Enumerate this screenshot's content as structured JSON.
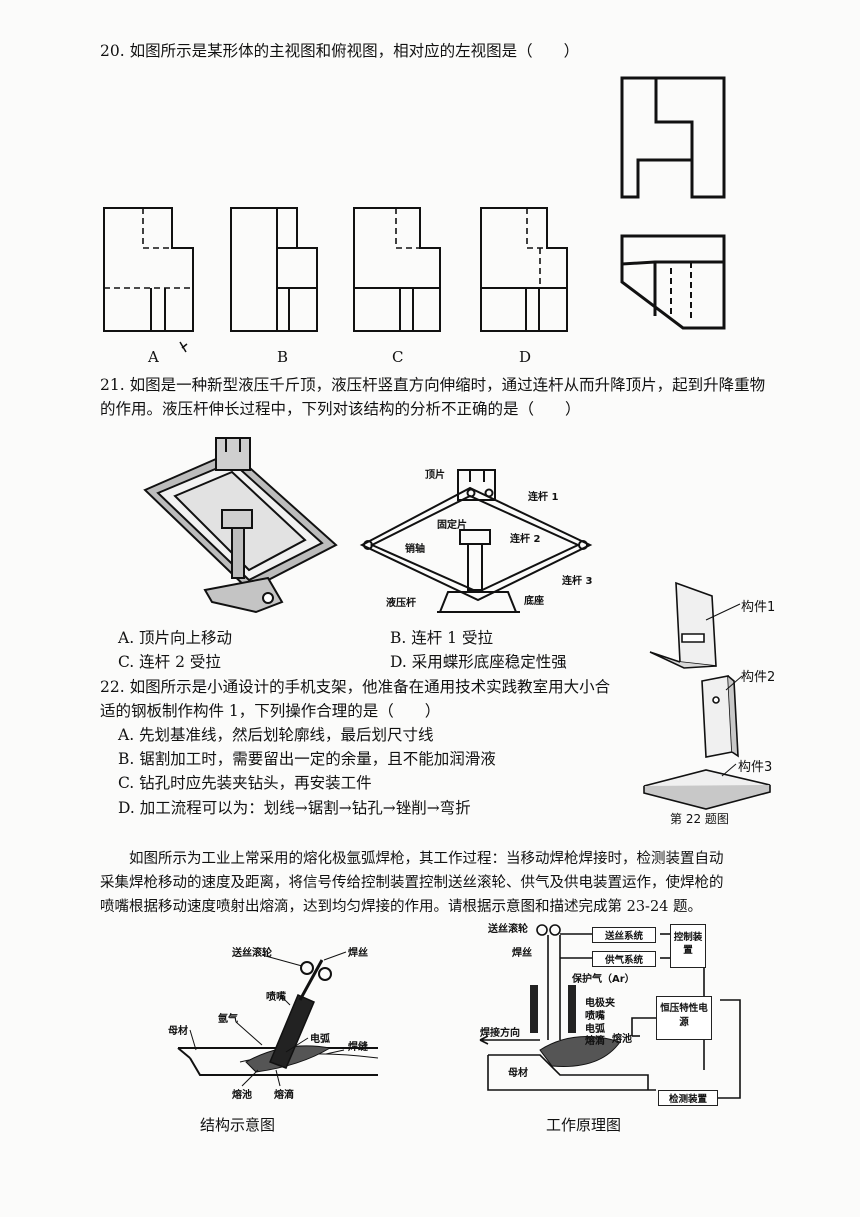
{
  "q20": {
    "stem": "20. 如图所示是某形体的主视图和俯视图，相对应的左视图是（　　）",
    "options": [
      "A",
      "B",
      "C",
      "D"
    ]
  },
  "q21": {
    "stem_line1": "21. 如图是一种新型液压千斤顶，液压杆竖直方向伸缩时，通过连杆从而升降顶片，起到升降重物",
    "stem_line2": "的作用。液压杆伸长过程中，下列对该结构的分析不正确的是（　　）",
    "labels": {
      "top_plate": "顶片",
      "link1": "连杆 1",
      "fixed_plate": "固定片",
      "link2": "连杆 2",
      "pin": "销轴",
      "link3": "连杆 3",
      "hydraulic_rod": "液压杆",
      "base": "底座"
    },
    "options": {
      "a": "A. 顶片向上移动",
      "b": "B. 连杆 1 受拉",
      "c": "C. 连杆 2 受拉",
      "d": "D. 采用蝶形底座稳定性强"
    }
  },
  "q22": {
    "stem_line1": "22. 如图所示是小通设计的手机支架，他准备在通用技术实践教室用大小合",
    "stem_line2": "适的钢板制作构件 1，下列操作合理的是（　　）",
    "options": {
      "a": "A. 先划基准线，然后划轮廓线，最后划尺寸线",
      "b": "B. 锯割加工时，需要留出一定的余量，且不能加润滑液",
      "c": "C. 钻孔时应先装夹钻头，再安装工件",
      "d": "D. 加工流程可以为：划线→锯割→钻孔→锉削→弯折"
    },
    "parts": {
      "p1": "构件1",
      "p2": "构件2",
      "p3": "构件3"
    },
    "caption": "第 22 题图"
  },
  "passage": {
    "line1": "　　如图所示为工业上常采用的熔化极氩弧焊枪，其工作过程：当移动焊枪焊接时，检测装置自动",
    "line2": "采集焊枪移动的速度及距离，将信号传给控制装置控制送丝滚轮、供气及供电装置运作，使焊枪的",
    "line3": "喷嘴根据移动速度喷射出熔滴，达到均匀焊接的作用。请根据示意图和描述完成第 23-24 题。"
  },
  "structure_fig": {
    "labels": {
      "feed_roller": "送丝滚轮",
      "wire": "焊丝",
      "nozzle": "喷嘴",
      "argon": "氩气",
      "arc": "电弧",
      "seam": "焊缝",
      "base_metal": "母材",
      "pool": "熔池",
      "droplet": "熔滴"
    },
    "caption": "结构示意图"
  },
  "principle_fig": {
    "labels": {
      "feed_roller": "送丝滚轮",
      "wire_system": "送丝系统",
      "gas_system": "供气系统",
      "control": "控制装置",
      "wire": "焊丝",
      "shield_gas": "保护气（Ar）",
      "clamp": "电极夹",
      "nozzle": "喷嘴",
      "arc": "电弧",
      "droplet": "熔滴",
      "pool": "熔池",
      "power": "恒压特性电源",
      "direction": "焊接方向",
      "base_metal": "母材",
      "detector": "检测装置"
    },
    "caption": "工作原理图"
  }
}
